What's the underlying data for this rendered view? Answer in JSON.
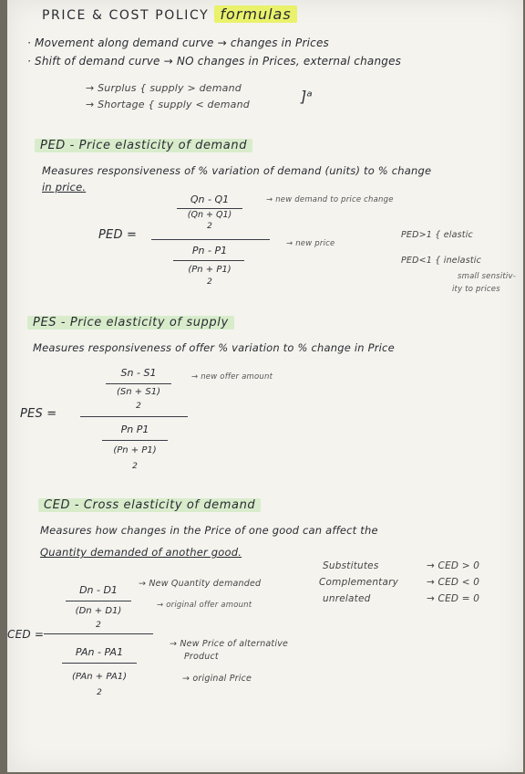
{
  "title": {
    "part1": "PRICE & COST POLICY",
    "part2": "formulas"
  },
  "bullets": [
    {
      "text": "· Movement along demand curve → changes in Prices"
    },
    {
      "text": "· Shift of demand curve → NO changes in Prices, external changes"
    }
  ],
  "sub_bullets": [
    "→ Surplus { supply > demand",
    "→ Shortage { supply < demand"
  ],
  "sub_bullets_mark": "]ᵃ",
  "ped": {
    "heading": "PED - Price elasticity of demand",
    "desc1": "Measures responsiveness of % variation of demand (units) to % change",
    "desc2": "in price.",
    "lhs": "PED =",
    "num_top": "Qn - Q1",
    "num_bottom": "(Qn + Q1)",
    "num_bottom_div": "2",
    "den_top": "Pn - P1",
    "den_bottom": "(Pn + P1)",
    "den_bottom_div": "2",
    "note_new_demand": "→ new demand to price change",
    "note_new_price": "→ new price",
    "cond1": "PED>1 { elastic",
    "cond2": "PED<1 { inelastic",
    "cond3": "small sensitiv-",
    "cond4": "ity to prices"
  },
  "pes": {
    "heading": "PES - Price elasticity of supply",
    "desc": "Measures responsiveness of offer % variation to % change in Price",
    "lhs": "PES =",
    "num_top": "Sn - S1",
    "num_bottom": "(Sn + S1)",
    "num_bottom_div": "2",
    "den_top": "Pn  P1",
    "den_bottom": "(Pn + P1)",
    "den_bottom_div": "2",
    "note_new_offer": "→ new offer amount"
  },
  "ced": {
    "heading": "CED - Cross elasticity of demand",
    "desc1": "Measures how changes in the Price of one good can affect the",
    "desc2": "Quantity demanded of another good.",
    "lhs": "CED =",
    "num_top": "Dn - D1",
    "num_bottom": "(Dn + D1)",
    "num_bottom_div": "2",
    "den_top": "PAn - PA1",
    "den_bottom": "(PAn + PA1)",
    "den_bottom_div": "2",
    "note_new_qty": "→ New Quantity demanded",
    "note_orig_offer": "→ original offer amount",
    "note_new_price1": "→ New Price of alternative",
    "note_new_price2": "Product",
    "note_orig_price": "→ original Price",
    "rules": [
      {
        "label": "Substitutes",
        "result": "→ CED > 0"
      },
      {
        "label": "Complementary",
        "result": "→ CED < 0"
      },
      {
        "label": "unrelated",
        "result": "→ CED = 0"
      }
    ]
  }
}
